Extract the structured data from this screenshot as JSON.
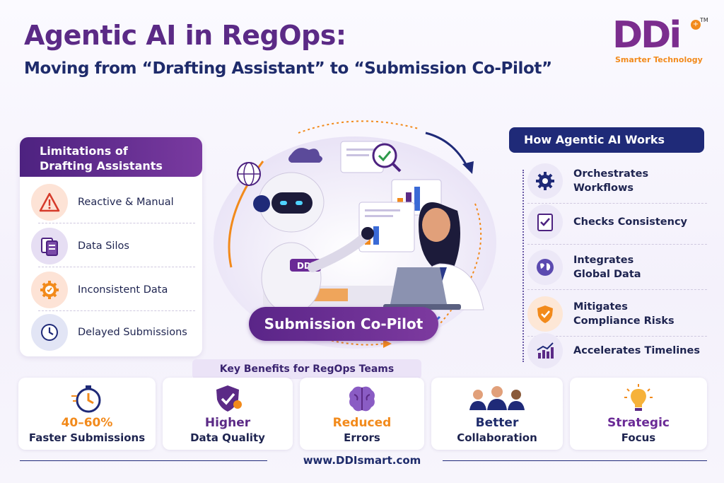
{
  "header": {
    "title": "Agentic AI in RegOps:",
    "subtitle": "Moving from “Drafting Assistant” to “Submission Co-Pilot”"
  },
  "logo": {
    "text": "DDi",
    "tagline": "Smarter Technology",
    "tm": "TM"
  },
  "limitations": {
    "title_line1": "Limitations of",
    "title_line2": "Drafting Assistants",
    "items": [
      {
        "label": "Reactive & Manual",
        "icon": "warning-icon"
      },
      {
        "label": "Data Silos",
        "icon": "documents-icon"
      },
      {
        "label": "Inconsistent Data",
        "icon": "gear-check-icon"
      },
      {
        "label": "Delayed Submissions",
        "icon": "clock-icon"
      }
    ]
  },
  "center": {
    "badge": "Submission Co-Pilot",
    "robot_logo": "DDi"
  },
  "how": {
    "title": "How Agentic AI Works",
    "items": [
      {
        "line1": "Orchestrates",
        "line2": "Workflows",
        "icon": "workflow-gear-icon"
      },
      {
        "line1": "Checks Consistency",
        "line2": "",
        "icon": "checklist-icon"
      },
      {
        "line1": "Integrates",
        "line2": "Global Data",
        "icon": "globe-icon"
      },
      {
        "line1": "Mitigates",
        "line2": "Compliance Risks",
        "icon": "shield-check-icon"
      },
      {
        "line1": "Accelerates Timelines",
        "line2": "",
        "icon": "growth-chart-icon"
      }
    ]
  },
  "benefits": {
    "title": "Key Benefits for RegOps Teams",
    "items": [
      {
        "title": "40–60%",
        "sub": "Faster Submissions",
        "color": "#f28a1b",
        "icon": "stopwatch-icon"
      },
      {
        "title": "Higher",
        "sub": "Data Quality",
        "color": "#5b2a86",
        "icon": "quality-shield-icon"
      },
      {
        "title": "Reduced",
        "sub": "Errors",
        "color": "#f28a1b",
        "icon": "brain-icon"
      },
      {
        "title": "Better",
        "sub": "Collaboration",
        "color": "#1e2b6b",
        "icon": "team-icon"
      },
      {
        "title": "Strategic",
        "sub": "Focus",
        "color": "#6a2a96",
        "icon": "lightbulb-icon"
      }
    ]
  },
  "footer": {
    "website": "www.DDIsmart.com"
  },
  "colors": {
    "primary_purple": "#5b2a86",
    "navy": "#1e2b6b",
    "orange": "#f28a1b"
  }
}
